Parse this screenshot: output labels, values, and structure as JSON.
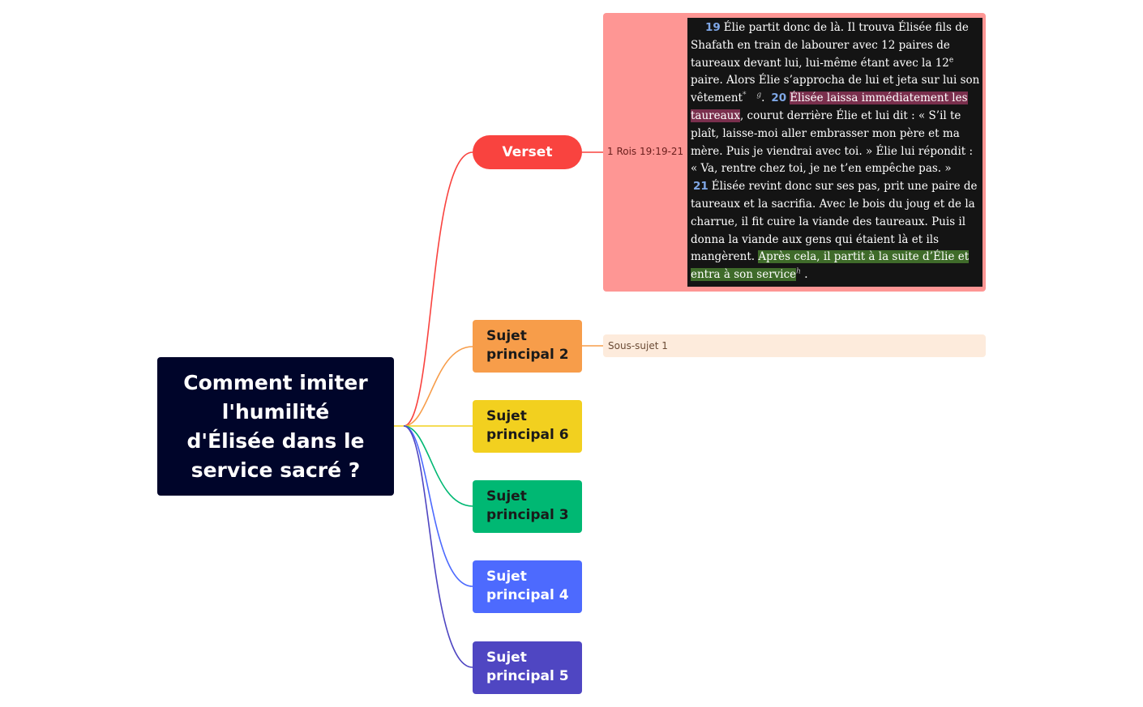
{
  "root": {
    "title": "Comment imiter l'humilité d'Élisée dans le service sacré ?"
  },
  "branches": [
    {
      "label": "Verset",
      "color": "#f9433f"
    },
    {
      "label": "Sujet principal 2",
      "color": "#f79d4a",
      "text_color": "#1a1a1a"
    },
    {
      "label": "Sujet principal 6",
      "color": "#f2d01f",
      "text_color": "#1a1a1a"
    },
    {
      "label": "Sujet principal 3",
      "color": "#00b873",
      "text_color": "#1a1a1a"
    },
    {
      "label": "Sujet principal 4",
      "color": "#4d6afe",
      "text_color": "#ffffff"
    },
    {
      "label": "Sujet principal 5",
      "color": "#4f46c2",
      "text_color": "#ffffff"
    }
  ],
  "verse": {
    "reference": "1 Rois 19:19-21",
    "v19_num": "19",
    "v19_text": "Élie partit donc de là. Il trouva Élisée fils de Shafath en train de labourer avec 12 paires de taureaux devant lui, lui-même étant avec la 12",
    "v19_sup": "e",
    "v19_text2": " paire. Alors Élie s’approcha de lui et jeta sur lui son vêtement",
    "fn_star": "*",
    "fn_g": "g",
    "v19_end": ".",
    "v20_num": "20",
    "v20_highlight": "Élisée laissa immédiatement les taureaux",
    "v20_text": ", courut derrière Élie et lui dit : « S’il te plaît, laisse-moi aller embrasser mon père et ma mère. Puis je viendrai avec toi. » Élie lui répondit : « Va, rentre chez toi, je ne t’en empêche pas. »",
    "v21_num": "21",
    "v21_text": "Élisée revint donc sur ses pas, prit une paire de taureaux et la sacrifia. Avec le bois du joug et de la charrue, il fit cuire la viande des taureaux. Puis il donna la viande aux gens qui étaient là et ils mangèrent. ",
    "v21_highlight": "Après cela, il partit à la suite d’Élie et entra à son service",
    "fn_h": "h",
    "v21_end": "."
  },
  "subtopic": {
    "label": "Sous-sujet 1"
  }
}
